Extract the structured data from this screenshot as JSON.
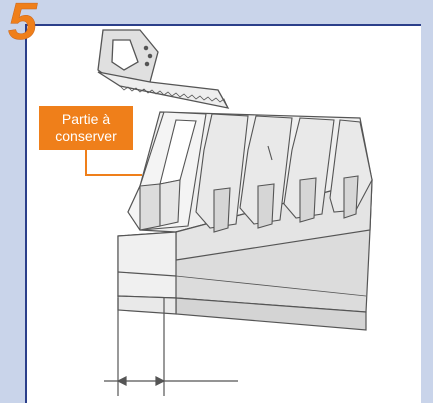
{
  "step": {
    "number": "5"
  },
  "callout": {
    "line1": "Partie à",
    "line2": "conserver"
  },
  "colors": {
    "background": "#c9d4ea",
    "panel": "#ffffff",
    "panel_border": "#2b3f8a",
    "accent": "#ef7f1a",
    "drawing_stroke": "#555555",
    "drawing_fill": "#e6e6e6"
  },
  "icons": {
    "saw": "saw-icon",
    "arrows": "dimension-arrows"
  }
}
